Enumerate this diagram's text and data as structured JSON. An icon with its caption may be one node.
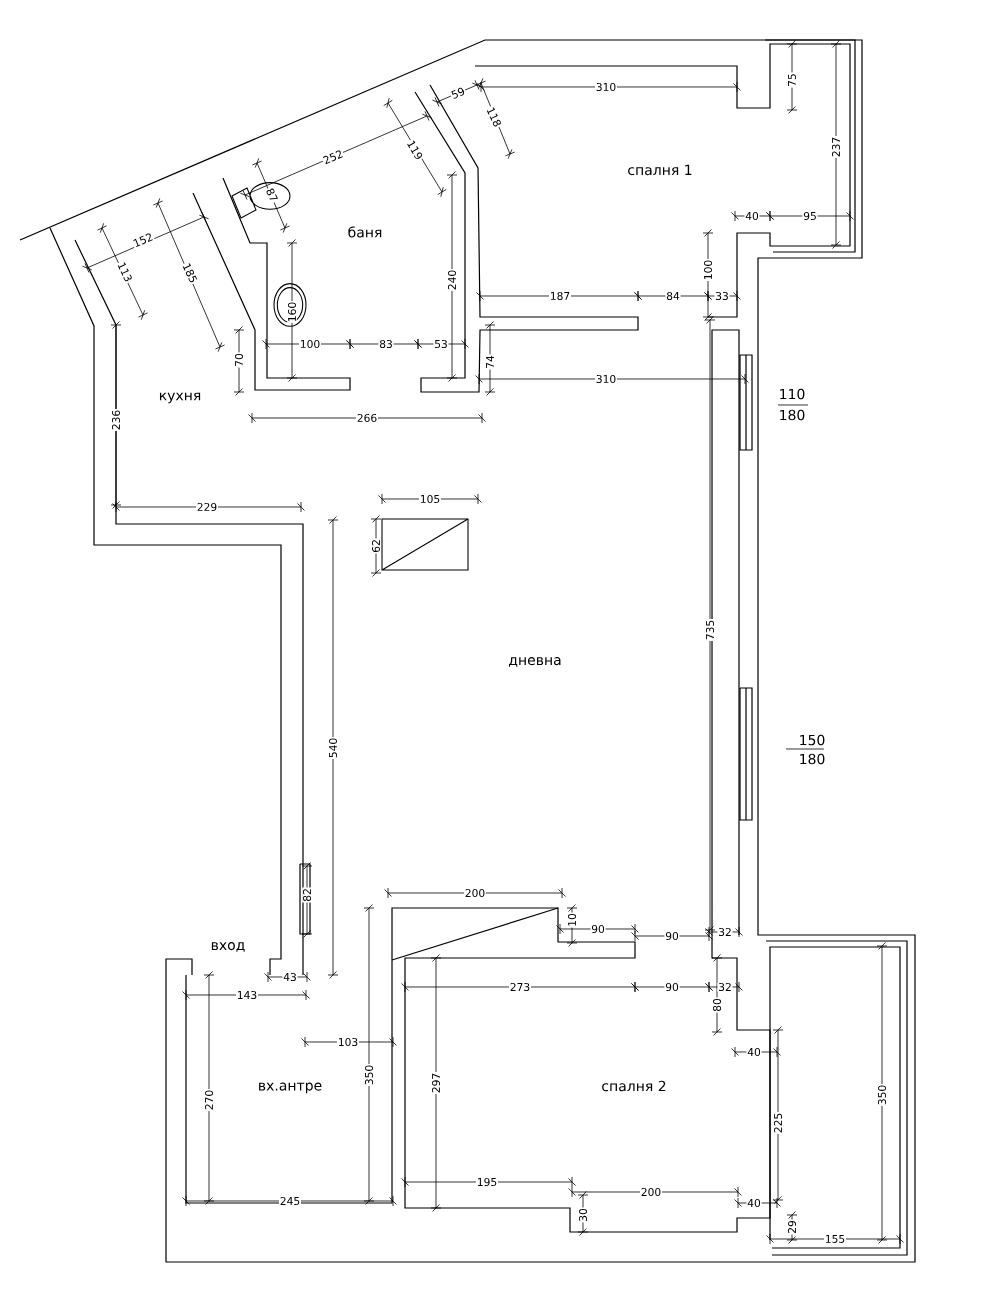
{
  "diagram": {
    "labels": [
      "спалня 1",
      "310",
      "59",
      "118",
      "75",
      "237",
      "252",
      "119",
      "87",
      "баня",
      "40",
      "95",
      "152",
      "113",
      "185",
      "240",
      "100",
      "187",
      "84",
      "33",
      "160",
      "100",
      "83",
      "53",
      "70",
      "74",
      "310",
      "110",
      "180",
      "кухня",
      "266",
      "236",
      "105",
      "229",
      "62",
      "дневна",
      "735",
      "150",
      "180",
      "540",
      "82",
      "200",
      "10",
      "90",
      "90",
      "32",
      "вход",
      "43",
      "273",
      "90",
      "32",
      "143",
      "80",
      "103",
      "350",
      "40",
      "вх.антре",
      "спалня 2",
      "270",
      "297",
      "350",
      "225",
      "195",
      "200",
      "245",
      "40",
      "30",
      "29",
      "155"
    ]
  }
}
